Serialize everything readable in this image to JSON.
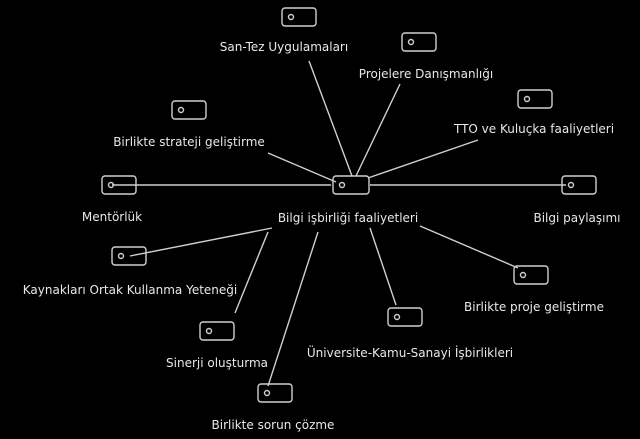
{
  "diagram": {
    "center": {
      "label": "Bilgi işbirliği faaliyetleri"
    },
    "nodes": [
      {
        "id": "san-tez",
        "label": "San-Tez Uygulamaları"
      },
      {
        "id": "projelere",
        "label": "Projelere Danışmanlığı"
      },
      {
        "id": "tto",
        "label": "TTO ve Kuluçka faaliyetleri"
      },
      {
        "id": "strateji",
        "label": "Birlikte strateji geliştirme"
      },
      {
        "id": "mentorluk",
        "label": "Mentörlük"
      },
      {
        "id": "paylasim",
        "label": "Bilgi paylaşımı"
      },
      {
        "id": "kaynaklar",
        "label": "Kaynakları Ortak Kullanma Yeteneği"
      },
      {
        "id": "proje",
        "label": "Birlikte proje geliştirme"
      },
      {
        "id": "sinerji",
        "label": "Sinerji oluşturma"
      },
      {
        "id": "universite",
        "label": "Üniversite-Kamu-Sanayi İşbirlikleri"
      },
      {
        "id": "sorun",
        "label": "Birlikte sorun çözme"
      }
    ]
  },
  "colors": {
    "background": "#000000",
    "line": "#d0d0d0",
    "text": "#e8e8e8",
    "icon_stroke": "#cfcfcf"
  }
}
